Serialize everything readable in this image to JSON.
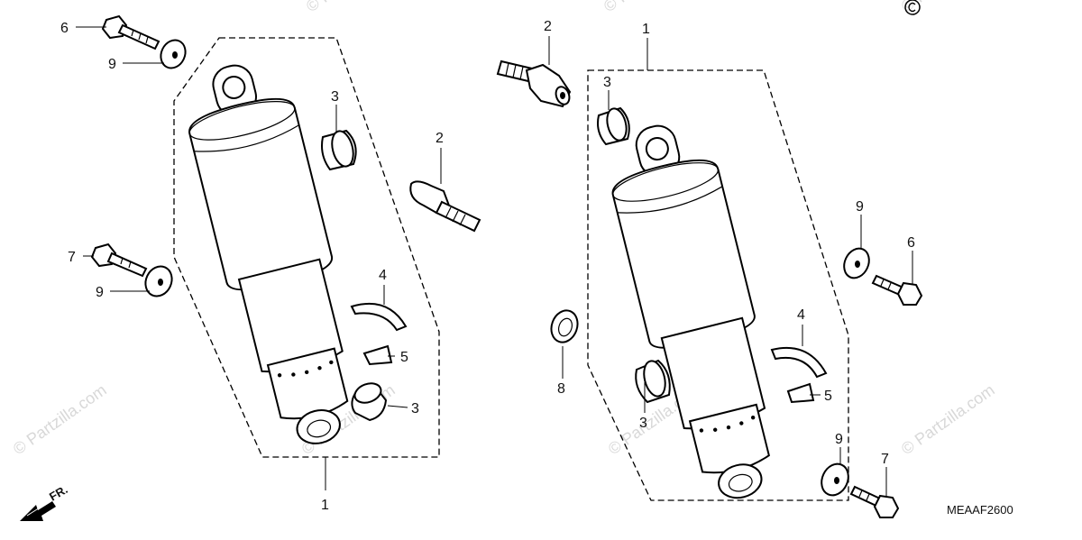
{
  "watermark": "© Partzilla.com",
  "diagram_code": "MEAAF2600",
  "direction_label": "FR.",
  "callouts": {
    "left": [
      {
        "id": "c6a",
        "label": "6"
      },
      {
        "id": "c9a",
        "label": "9"
      },
      {
        "id": "c3a",
        "label": "3"
      },
      {
        "id": "c2a",
        "label": "2"
      },
      {
        "id": "c7a",
        "label": "7"
      },
      {
        "id": "c9b",
        "label": "9"
      },
      {
        "id": "c4a",
        "label": "4"
      },
      {
        "id": "c5a",
        "label": "5"
      },
      {
        "id": "c3b",
        "label": "3"
      },
      {
        "id": "c1a",
        "label": "1"
      }
    ],
    "right": [
      {
        "id": "c2b",
        "label": "2"
      },
      {
        "id": "c1b",
        "label": "1"
      },
      {
        "id": "c3c",
        "label": "3"
      },
      {
        "id": "c9c",
        "label": "9"
      },
      {
        "id": "c6b",
        "label": "6"
      },
      {
        "id": "c8a",
        "label": "8"
      },
      {
        "id": "c4b",
        "label": "4"
      },
      {
        "id": "c5b",
        "label": "5"
      },
      {
        "id": "c3d",
        "label": "3"
      },
      {
        "id": "c9d",
        "label": "9"
      },
      {
        "id": "c7b",
        "label": "7"
      }
    ]
  }
}
